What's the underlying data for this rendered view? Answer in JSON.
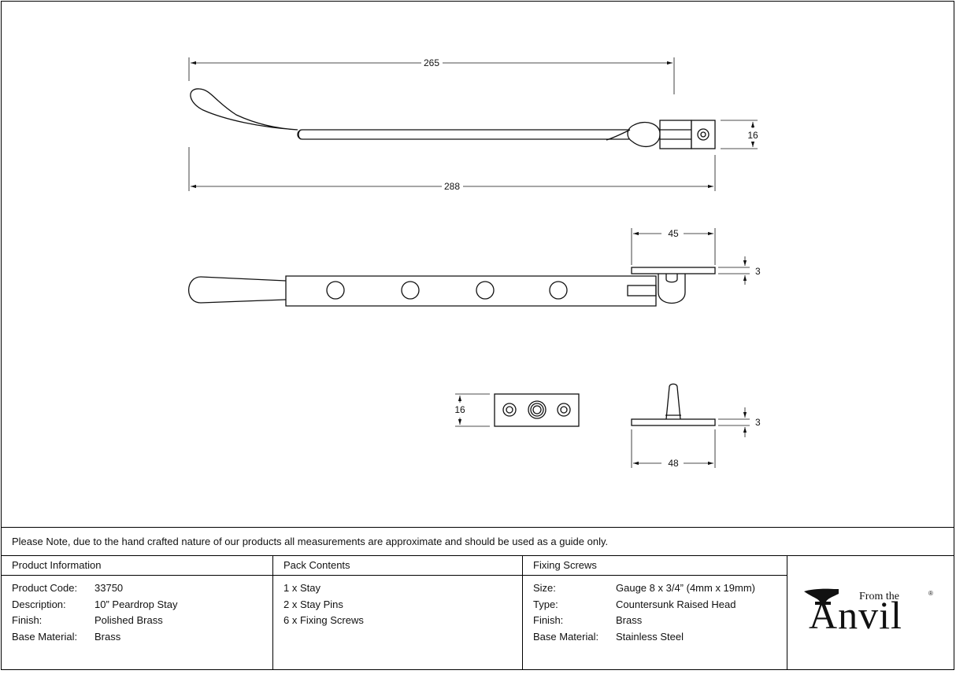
{
  "dimensions": {
    "top_view_length": "265",
    "overall_length": "288",
    "top_view_width": "16",
    "side_keep_length": "45",
    "side_keep_thickness": "3",
    "plate_width": "16",
    "pin_thickness": "3",
    "pin_plate_length": "48"
  },
  "note": "Please Note, due to the hand crafted nature of our products all measurements are approximate and should be used as a guide only.",
  "product_info": {
    "heading": "Product Information",
    "rows": [
      {
        "key": "Product Code:",
        "value": "33750"
      },
      {
        "key": "Description:",
        "value": "10” Peardrop Stay"
      },
      {
        "key": "Finish:",
        "value": "Polished Brass"
      },
      {
        "key": "Base Material:",
        "value": "Brass"
      }
    ]
  },
  "pack_contents": {
    "heading": "Pack Contents",
    "items": [
      "1 x Stay",
      "2 x Stay Pins",
      "6 x Fixing Screws"
    ]
  },
  "fixing_screws": {
    "heading": "Fixing Screws",
    "rows": [
      {
        "key": "Size:",
        "value": "Gauge 8 x 3/4” (4mm x 19mm)"
      },
      {
        "key": "Type:",
        "value": "Countersunk Raised Head"
      },
      {
        "key": "Finish:",
        "value": "Brass"
      },
      {
        "key": "Base Material:",
        "value": "Stainless Steel"
      }
    ]
  },
  "logo": {
    "from_text": "From the",
    "brand_text": "Anvil",
    "registered": "®"
  }
}
